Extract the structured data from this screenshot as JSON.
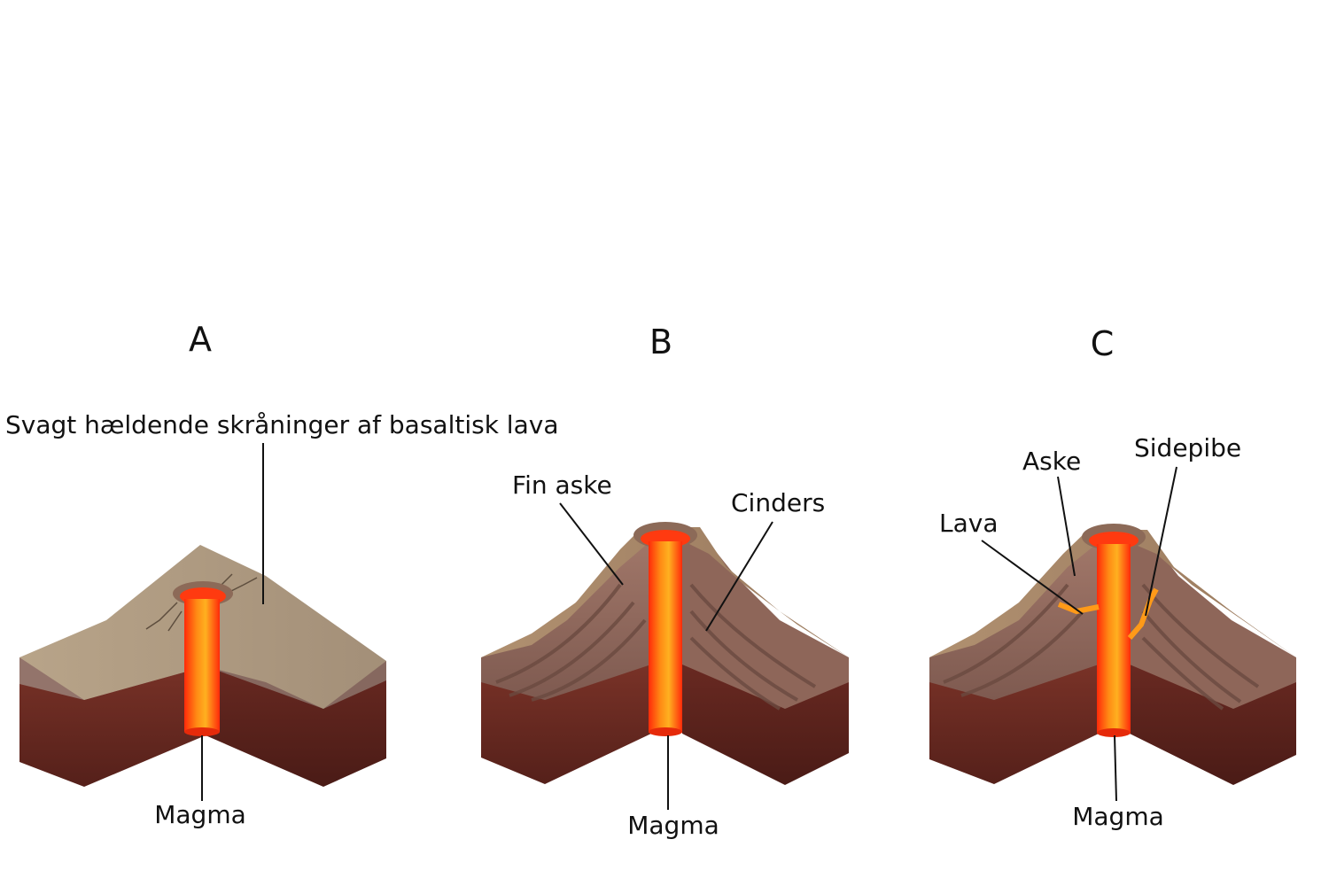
{
  "panels": [
    {
      "letter": "A",
      "labels": {
        "slopes": "Svagt hældende skråninger af basaltisk lava",
        "magma": "Magma"
      }
    },
    {
      "letter": "B",
      "labels": {
        "fine_ash": "Fin aske",
        "cinders": "Cinders",
        "magma": "Magma"
      }
    },
    {
      "letter": "C",
      "labels": {
        "ash": "Aske",
        "side_vent": "Sidepibe",
        "lava": "Lava",
        "magma": "Magma"
      }
    }
  ],
  "colors": {
    "surface": "#b09c84",
    "soil_band": "#8c6f68",
    "bedrock": "#6b2c24",
    "bedrock_dark": "#4a1c17",
    "magma_core": "#ff3a10",
    "magma_glow": "#ffb020",
    "ash_layer": "#7a5a4a"
  }
}
